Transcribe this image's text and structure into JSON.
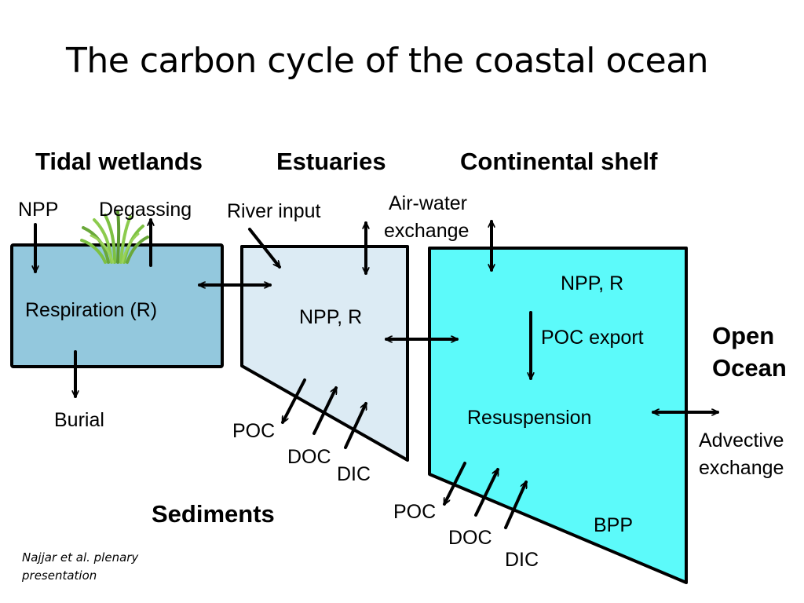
{
  "title": "The carbon cycle of the coastal ocean",
  "headers": {
    "tidal_wetlands": "Tidal wetlands",
    "estuaries": "Estuaries",
    "continental_shelf": "Continental shelf",
    "open_ocean_line1": "Open",
    "open_ocean_line2": "Ocean",
    "sediments": "Sediments"
  },
  "wetland": {
    "npp": "NPP",
    "degassing": "Degassing",
    "respiration": "Respiration (R)",
    "burial": "Burial"
  },
  "estuary": {
    "river_input": "River input",
    "npp_r": "NPP, R",
    "poc": "POC",
    "doc": "DOC",
    "dic": "DIC"
  },
  "shelf": {
    "air_water_line1": "Air-water",
    "air_water_line2": "exchange",
    "npp_r": "NPP, R",
    "poc_export": "POC export",
    "resuspension": "Resuspension",
    "advective_line1": "Advective",
    "advective_line2": "exchange",
    "poc": "POC",
    "doc": "DOC",
    "dic": "DIC",
    "bpp": "BPP"
  },
  "citation": {
    "line1": "Najjar et al. plenary",
    "line2": "presentation"
  },
  "colors": {
    "wetland_fill": "#93C8DD",
    "estuary_fill": "#DCEBF4",
    "shelf_fill": "#5CFAFA",
    "grass": "#7DC142",
    "stroke": "#000000"
  }
}
